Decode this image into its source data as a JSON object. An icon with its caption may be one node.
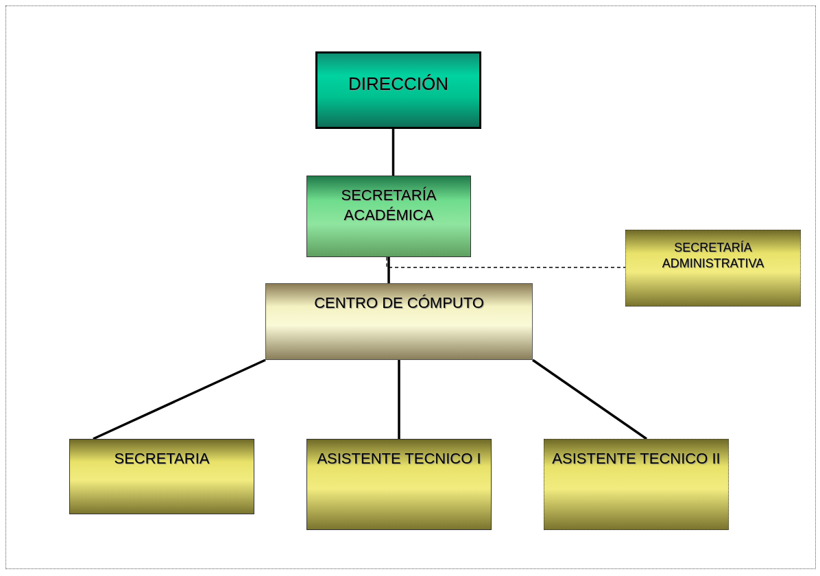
{
  "diagram": {
    "nodes": [
      {
        "text": [
          "DIRECCIÓN"
        ]
      },
      {
        "text": [
          "SECRETARÍA ACADÉMICA"
        ]
      },
      {
        "text": [
          "SECRETARÍA ADMINISTRATIVA"
        ]
      },
      {
        "text": [
          "CENTRO DE CÓMPUTO"
        ]
      },
      {
        "text": [
          "SECRETARIA"
        ]
      },
      {
        "text": [
          "ASISTENTE TECNICO I"
        ]
      },
      {
        "text": [
          "ASISTENTE TECNICO II"
        ]
      }
    ],
    "edges": [
      {
        "from": 0,
        "to": 1,
        "arrow": "none"
      },
      {
        "from": 1,
        "to": 3,
        "arrow": "none"
      },
      {
        "from": 1,
        "to": 2,
        "arrow": "none",
        "style": "dashed"
      },
      {
        "from": 3,
        "to": 4,
        "arrow": "none"
      },
      {
        "from": 3,
        "to": 5,
        "arrow": "none"
      },
      {
        "from": 3,
        "to": 6,
        "arrow": "none"
      }
    ]
  }
}
